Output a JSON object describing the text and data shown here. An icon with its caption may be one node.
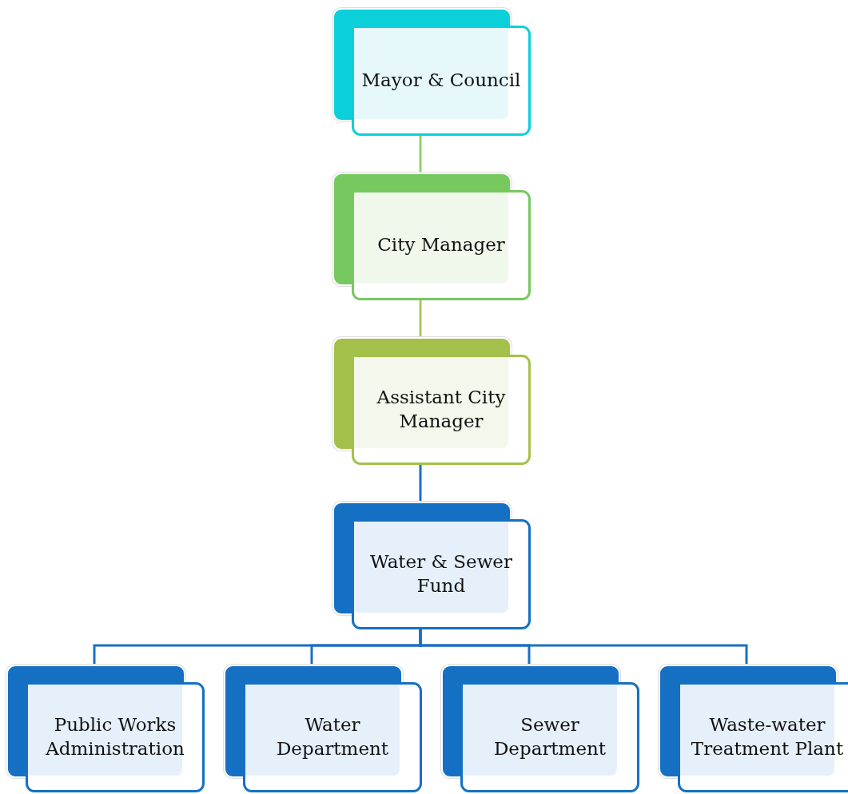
{
  "diagram": {
    "nodes": [
      {
        "text": [
          "Mayor & Council"
        ]
      },
      {
        "text": [
          "City Manager"
        ]
      },
      {
        "text": [
          "Assistant City Manager"
        ]
      },
      {
        "text": [
          "Water & Sewer Fund"
        ]
      },
      {
        "text": [
          "Public Works Administration"
        ]
      },
      {
        "text": [
          "Water Department"
        ]
      },
      {
        "text": [
          "Sewer Department"
        ]
      },
      {
        "text": [
          "Waste-water Treatment Plant"
        ]
      }
    ],
    "edges": [
      {
        "from": 0,
        "to": 1,
        "arrow": "none",
        "color": "#8fd16a"
      },
      {
        "from": 1,
        "to": 2,
        "arrow": "none",
        "color": "#a9c95a"
      },
      {
        "from": 2,
        "to": 3,
        "arrow": "none"
      },
      {
        "from": 3,
        "to": 4,
        "arrow": "none"
      },
      {
        "from": 3,
        "to": 5,
        "arrow": "none"
      },
      {
        "from": 3,
        "to": 6,
        "arrow": "none"
      },
      {
        "from": 3,
        "to": 7,
        "arrow": "none"
      }
    ]
  }
}
